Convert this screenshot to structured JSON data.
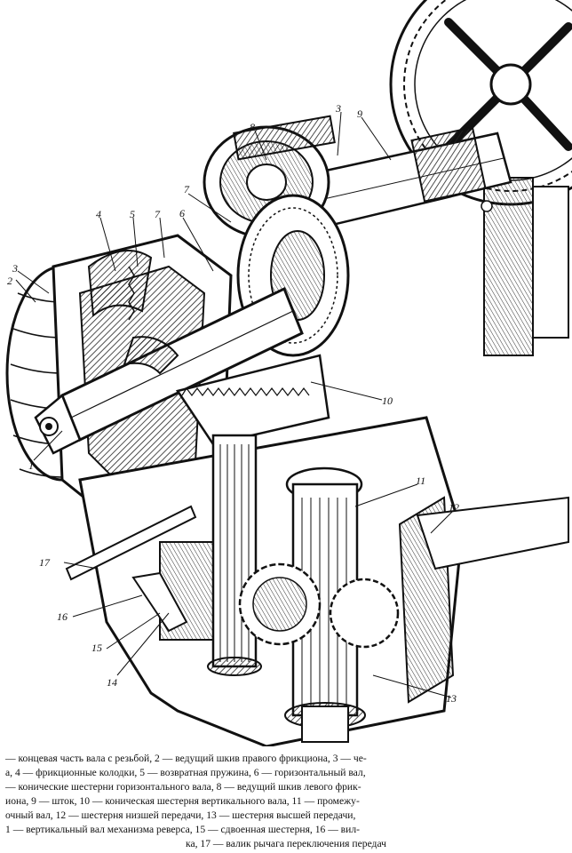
{
  "callouts": [
    {
      "id": "c1",
      "text": "1"
    },
    {
      "id": "c2",
      "text": "2"
    },
    {
      "id": "c3a",
      "text": "3"
    },
    {
      "id": "c3b",
      "text": "3"
    },
    {
      "id": "c4",
      "text": "4"
    },
    {
      "id": "c5",
      "text": "5"
    },
    {
      "id": "c6",
      "text": "6"
    },
    {
      "id": "c7a",
      "text": "7"
    },
    {
      "id": "c7b",
      "text": "7"
    },
    {
      "id": "c8",
      "text": "8"
    },
    {
      "id": "c9",
      "text": "9"
    },
    {
      "id": "c10",
      "text": "10"
    },
    {
      "id": "c11",
      "text": "11"
    },
    {
      "id": "c12",
      "text": "12"
    },
    {
      "id": "c13",
      "text": "13"
    },
    {
      "id": "c14",
      "text": "14"
    },
    {
      "id": "c15",
      "text": "15"
    },
    {
      "id": "c16",
      "text": "16"
    },
    {
      "id": "c17",
      "text": "17"
    }
  ],
  "caption": {
    "lines": [
      "— концевая часть вала с резьбой, 2 — ведущий шкив правого фрикциона, 3 — че-",
      "а, 4 — фрикционные колодки, 5 — возвратная пружина, 6 — горизонтальный вал,",
      "— конические шестерни горизонтального вала, 8 — ведущий шкив левого фрик-",
      "иона, 9 — шток, 10 — коническая шестерня вертикального вала, 11 — промежу-",
      "очный вал, 12 — шестерня низшей передачи, 13 — шестерня высшей передачи,",
      "1 — вертикальный вал механизма реверса, 15 — сдвоенная шестерня, 16 — вил-",
      "ка, 17 — валик рычага переключения передач"
    ]
  }
}
